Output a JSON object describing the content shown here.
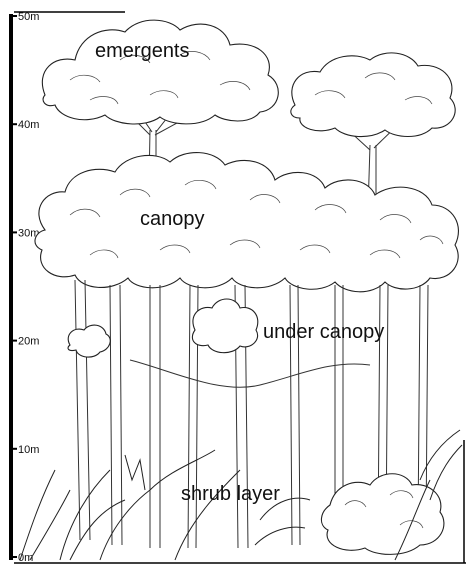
{
  "diagram": {
    "scale": {
      "ticks": [
        {
          "label": "50m",
          "value": 50
        },
        {
          "label": "40m",
          "value": 40
        },
        {
          "label": "30m",
          "value": 30
        },
        {
          "label": "20m",
          "value": 20
        },
        {
          "label": "10m",
          "value": 10
        },
        {
          "label": "0m",
          "value": 0
        }
      ]
    },
    "layers": {
      "emergents": "emergents",
      "canopy": "canopy",
      "under_canopy": "under canopy",
      "shrub_layer": "shrub layer"
    }
  }
}
